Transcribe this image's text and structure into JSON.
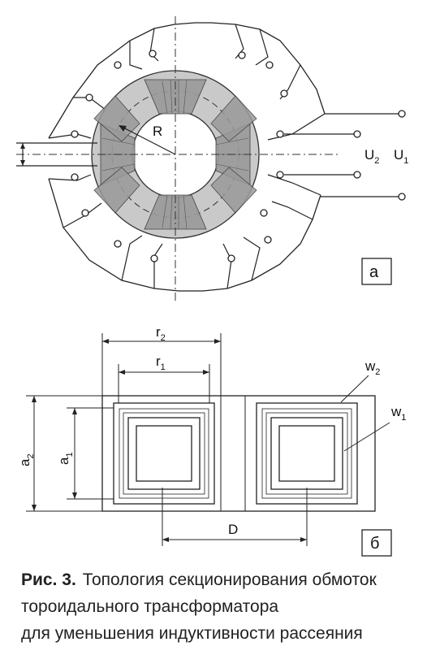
{
  "panel_a": {
    "tag": "а",
    "radius_label": "R",
    "voltage_2": "U",
    "voltage_2_sub": "2",
    "voltage_1": "U",
    "voltage_1_sub": "1"
  },
  "panel_b": {
    "tag": "б",
    "r2": "r",
    "r2_sub": "2",
    "r1": "r",
    "r1_sub": "1",
    "a2": "a",
    "a2_sub": "2",
    "a1": "a",
    "a1_sub": "1",
    "w2": "w",
    "w2_sub": "2",
    "w1": "w",
    "w1_sub": "1",
    "D": "D"
  },
  "caption": {
    "lead": "Рис. 3.",
    "line1": "Топология секционирования обмоток",
    "line2": "тороидального трансформатора",
    "line3": "для уменьшения индуктивности рассеяния"
  }
}
